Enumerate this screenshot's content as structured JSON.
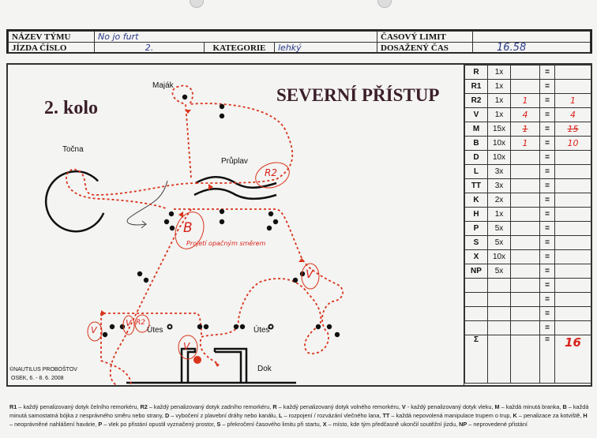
{
  "header": {
    "team_label": "NÁZEV TÝMU",
    "team_value": "No jo furt",
    "run_label": "JÍZDA ČÍSLO",
    "run_value": "2.",
    "category_label": "KATEGORIE",
    "category_value": "lehký",
    "time_limit_label": "ČASOVÝ LIMIT",
    "time_limit_value": "",
    "achieved_time_label": "DOSAŽENÝ ČAS",
    "achieved_time_value": "16.58"
  },
  "map": {
    "round": "2. kolo",
    "title": "SEVERNÍ PŘÍSTUP",
    "labels": {
      "lighthouse": "Maják",
      "turntable": "Točna",
      "canal": "Průplav",
      "cliff1": "Útes",
      "cliff2": "Útes",
      "dock": "Dok"
    },
    "copyright": "©NAUTILUS PROBOŠTOV",
    "event": "OSEK, 6. - 8. 6. 2008",
    "annotations": {
      "r2_canal": "R2",
      "b_gate": "B",
      "note": "Projetí opačným směrem",
      "v_right": "V",
      "v_left": "V",
      "v_mid": "V",
      "r2_left": "R2",
      "v_dock": "V"
    }
  },
  "score": {
    "rows": [
      {
        "code": "R",
        "mult": "1x",
        "count": "",
        "eq": "=",
        "result": ""
      },
      {
        "code": "R1",
        "mult": "1x",
        "count": "",
        "eq": "=",
        "result": ""
      },
      {
        "code": "R2",
        "mult": "1x",
        "count": "1",
        "eq": "=",
        "result": "1"
      },
      {
        "code": "V",
        "mult": "1x",
        "count": "4",
        "eq": "=",
        "result": "4"
      },
      {
        "code": "M",
        "mult": "15x",
        "count": "1",
        "eq": "=",
        "result": "15",
        "struck": true
      },
      {
        "code": "B",
        "mult": "10x",
        "count": "1",
        "eq": "=",
        "result": "10"
      },
      {
        "code": "D",
        "mult": "10x",
        "count": "",
        "eq": "=",
        "result": ""
      },
      {
        "code": "L",
        "mult": "3x",
        "count": "",
        "eq": "=",
        "result": ""
      },
      {
        "code": "TT",
        "mult": "3x",
        "count": "",
        "eq": "=",
        "result": ""
      },
      {
        "code": "K",
        "mult": "2x",
        "count": "",
        "eq": "=",
        "result": ""
      },
      {
        "code": "H",
        "mult": "1x",
        "count": "",
        "eq": "=",
        "result": ""
      },
      {
        "code": "P",
        "mult": "5x",
        "count": "",
        "eq": "=",
        "result": ""
      },
      {
        "code": "S",
        "mult": "5x",
        "count": "",
        "eq": "=",
        "result": ""
      },
      {
        "code": "X",
        "mult": "10x",
        "count": "",
        "eq": "=",
        "result": ""
      },
      {
        "code": "NP",
        "mult": "5x",
        "count": "",
        "eq": "=",
        "result": ""
      },
      {
        "code": "",
        "mult": "",
        "count": "",
        "eq": "=",
        "result": ""
      },
      {
        "code": "",
        "mult": "",
        "count": "",
        "eq": "=",
        "result": ""
      },
      {
        "code": "",
        "mult": "",
        "count": "",
        "eq": "=",
        "result": ""
      },
      {
        "code": "",
        "mult": "",
        "count": "",
        "eq": "=",
        "result": ""
      }
    ],
    "sum": {
      "code": "Σ",
      "eq": "=",
      "result": "16"
    }
  },
  "legend": [
    {
      "code": "R1",
      "text": " – každý penalizovaný dotyk čelního remorkéru, "
    },
    {
      "code": "R2",
      "text": " – každý penalizovaný dotyk zadního remorkéru, "
    },
    {
      "code": "R",
      "text": " – každý penalizovaný dotyk volného remorkéru, "
    },
    {
      "code": "V",
      "text": " - každý penalizovaný dotyk vleku, "
    },
    {
      "code": "M",
      "text": " – každá minutá branka, "
    },
    {
      "code": "B",
      "text": " – každá minutá samostatná bójka z nesprávného směru nebo strany, "
    },
    {
      "code": "D",
      "text": " – vybočení z plavební dráhy nebo kanálu, "
    },
    {
      "code": "L",
      "text": " – rozpojení / rozvázání vlečného lana, "
    },
    {
      "code": "TT",
      "text": " – každá nepovolená manipulace trupem o trup, "
    },
    {
      "code": "K",
      "text": " – penalizace za kotviště, "
    },
    {
      "code": "H",
      "text": " – neoprávněné nahlášení havárie, "
    },
    {
      "code": "P",
      "text": " – vlek po přistání opustil vyznačený prostor, "
    },
    {
      "code": "S",
      "text": " – překročení časového limitu při startu, "
    },
    {
      "code": "X",
      "text": " – místo, kde tým předčasně ukončil soutěžní jízdu, "
    },
    {
      "code": "NP",
      "text": " – neprovedené přistání"
    }
  ]
}
